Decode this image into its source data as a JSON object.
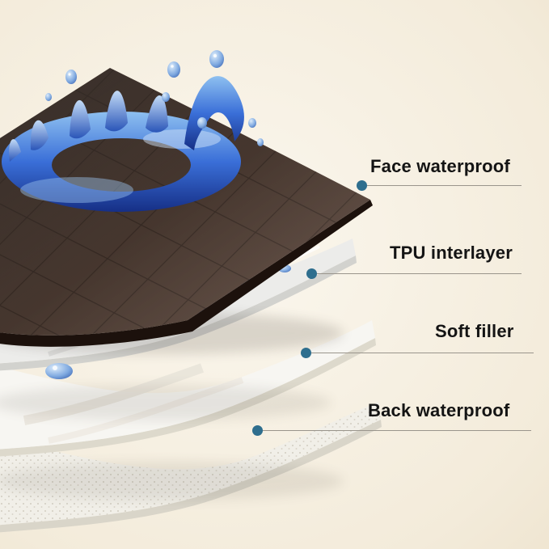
{
  "colors": {
    "accent_dot": "#2e6e8e",
    "leader_line": "#9a958c",
    "label_text": "#141414",
    "bg_center": "#fbf7ee",
    "bg_edge": "#e7d8bd",
    "face_layer": "#3f3028",
    "tpu_layer": "#ececea",
    "soft_filler_layer": "#f7f6f2",
    "back_layer": "#f1efe8",
    "water": "#2a55b8"
  },
  "labels": [
    {
      "id": "face-waterproof",
      "text": "Face waterproof"
    },
    {
      "id": "tpu-interlayer",
      "text": "TPU interlayer"
    },
    {
      "id": "soft-filler",
      "text": "Soft filler"
    },
    {
      "id": "back-waterproof",
      "text": "Back waterproof"
    }
  ]
}
